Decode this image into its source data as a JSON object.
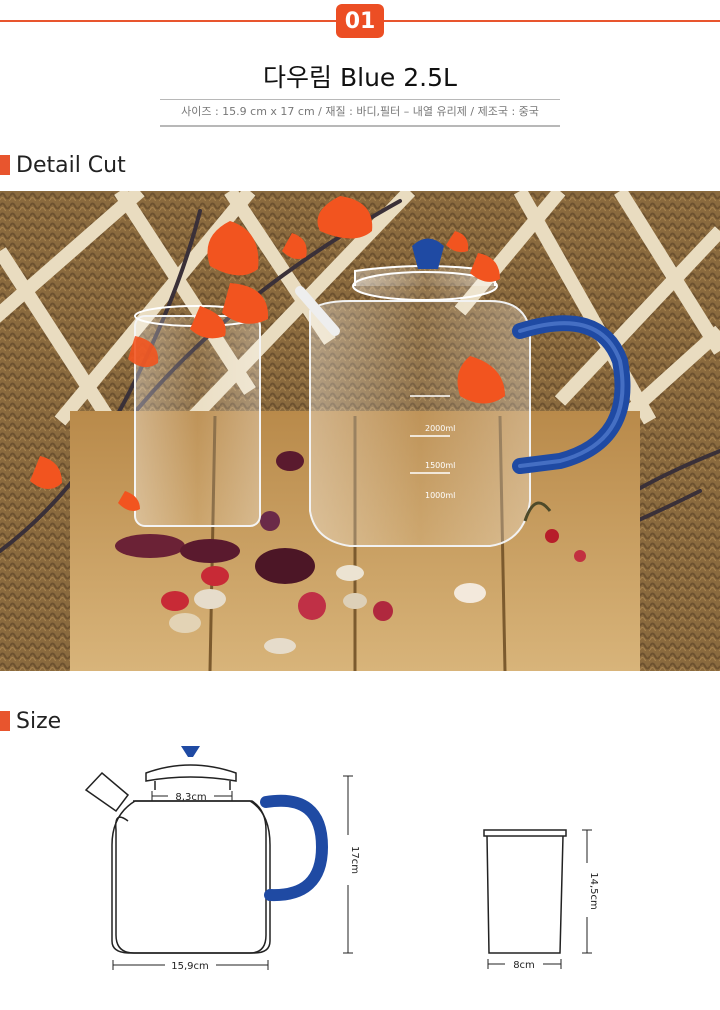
{
  "header": {
    "badge": "01",
    "title": "다우림 Blue 2.5L",
    "spec": "사이즈 : 15.9 cm x 17 cm / 재질 : 바디,필터 – 내열 유리제 / 제조국 : 중국"
  },
  "sections": {
    "detail": "Detail Cut",
    "size": "Size"
  },
  "photo": {
    "scale_marks": [
      "2000ml",
      "1500ml",
      "1000ml"
    ]
  },
  "dimensions": {
    "lid_width": "8,3cm",
    "body_width": "15,9cm",
    "height": "17cm",
    "filter_width": "8cm",
    "filter_height": "14,5cm"
  },
  "colors": {
    "accent": "#e8552e",
    "handle_blue": "#1f4aa3"
  }
}
